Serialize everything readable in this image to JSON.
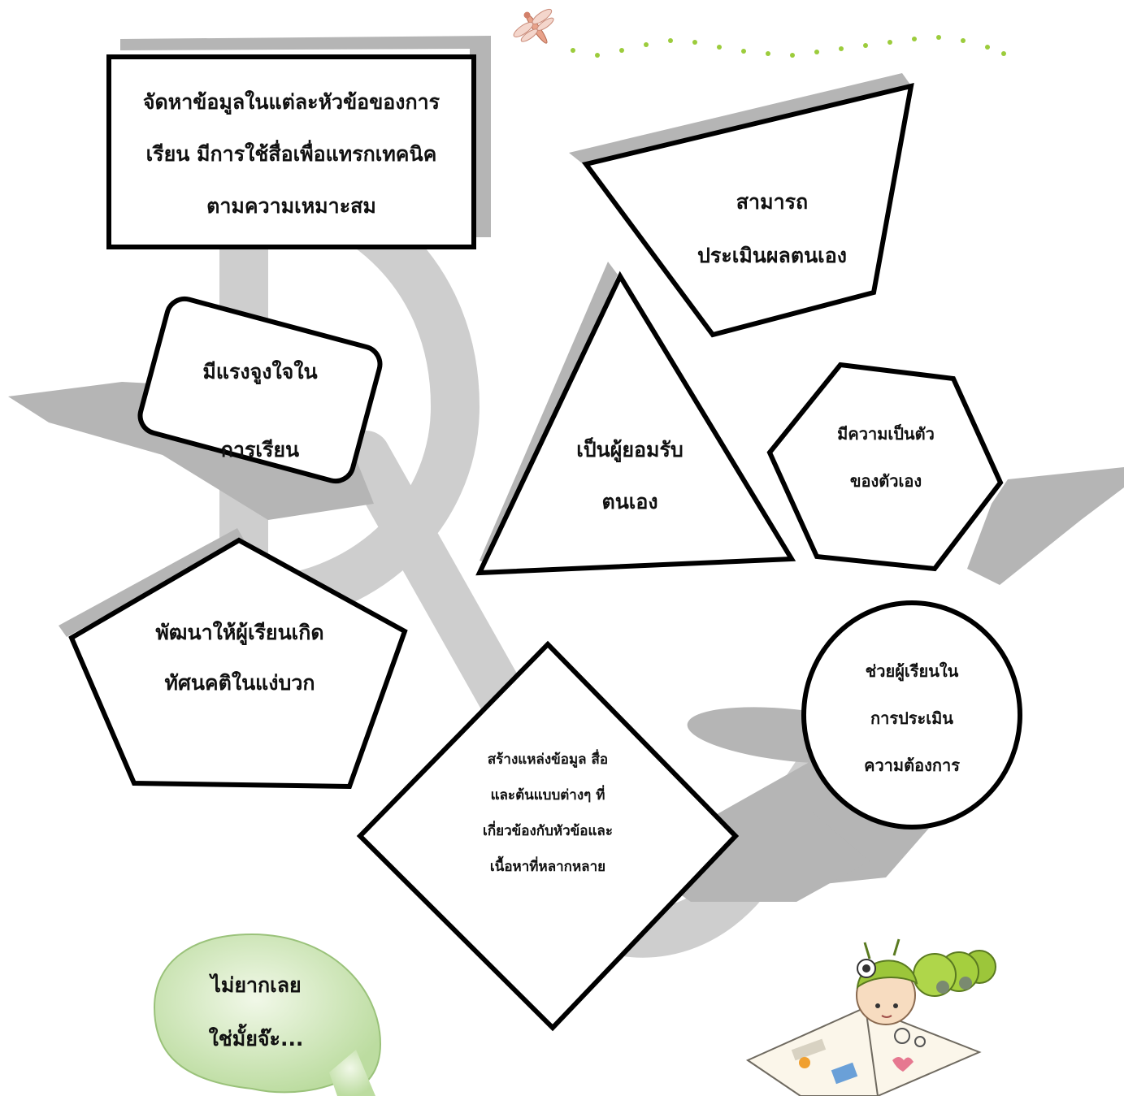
{
  "shapes": {
    "rectangle": {
      "lines": [
        "จัดหาข้อมูลในแต่ละหัวข้อของการ",
        "เรียน  มีการใช้สื่อเพื่อแทรกเทคนิค",
        "ตามความเหมาะสม"
      ]
    },
    "trapezoid": {
      "lines": [
        "สามารถ",
        "ประเมินผลตนเอง"
      ]
    },
    "rounded_rect": {
      "lines": [
        "มีแรงจูงใจใน",
        "การเรียน"
      ]
    },
    "triangle": {
      "lines": [
        "เป็นผู้ยอมรับ",
        "ตนเอง"
      ]
    },
    "hexagon": {
      "lines": [
        "มีความเป็นตัว",
        "ของตัวเอง"
      ]
    },
    "pentagon": {
      "lines": [
        "พัฒนาให้ผู้เรียนเกิด",
        "ทัศนคติในแง่บวก"
      ]
    },
    "circle": {
      "lines": [
        "ช่วยผู้เรียนใน",
        "การประเมิน",
        "ความต้องการ"
      ]
    },
    "diamond": {
      "lines": [
        "สร้างแหล่งข้อมูล สื่อ",
        "และต้นแบบต่างๆ ที่",
        "เกี่ยวข้องกับหัวข้อและ",
        "เนื้อหาที่หลากหลาย"
      ]
    },
    "speech_bubble": {
      "lines": [
        "ไม่ยากเลย",
        "ใช่มั้ยจ๊ะ..."
      ]
    }
  },
  "colors": {
    "stroke": "#000000",
    "shadow": "#b3b3b3",
    "watermark": "#c8c8c8",
    "bubble": "#c9e3b0",
    "dots": "#9ccc3c"
  },
  "decorations": [
    "dragonfly-icon",
    "caterpillar-reading-book-icon",
    "dotted-flight-path"
  ]
}
